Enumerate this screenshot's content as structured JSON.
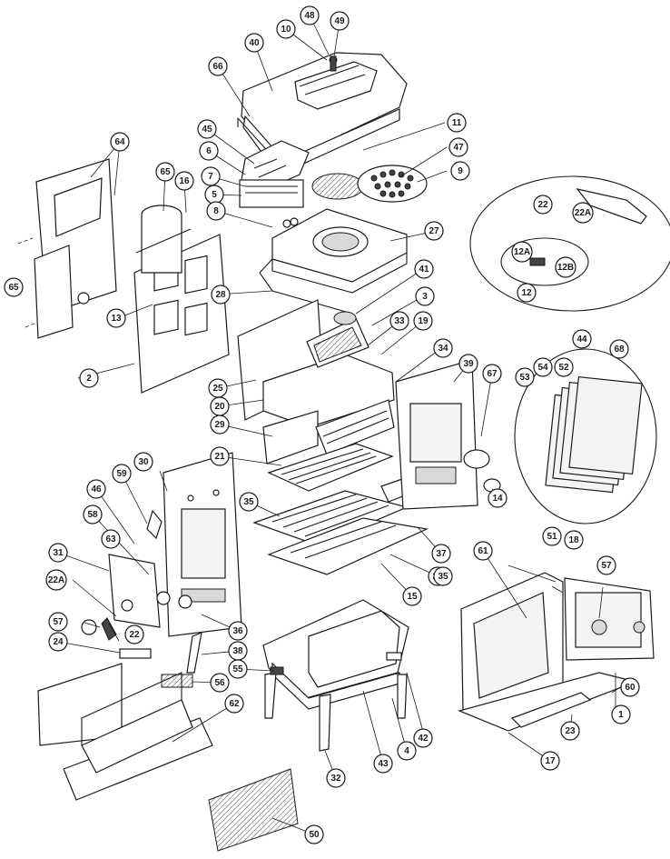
{
  "diagram": {
    "callouts": [
      {
        "id": "c48",
        "label": "48"
      },
      {
        "id": "c10",
        "label": "10"
      },
      {
        "id": "c49",
        "label": "49"
      },
      {
        "id": "c40",
        "label": "40"
      },
      {
        "id": "c66",
        "label": "66"
      },
      {
        "id": "c64",
        "label": "64"
      },
      {
        "id": "c45",
        "label": "45"
      },
      {
        "id": "c11",
        "label": "11"
      },
      {
        "id": "c6",
        "label": "6"
      },
      {
        "id": "c47",
        "label": "47"
      },
      {
        "id": "c65a",
        "label": "65"
      },
      {
        "id": "c16",
        "label": "16"
      },
      {
        "id": "c7",
        "label": "7"
      },
      {
        "id": "c9",
        "label": "9"
      },
      {
        "id": "c5",
        "label": "5"
      },
      {
        "id": "c22a",
        "label": "22"
      },
      {
        "id": "c22Aa",
        "label": "22A"
      },
      {
        "id": "c8",
        "label": "8"
      },
      {
        "id": "c27",
        "label": "27"
      },
      {
        "id": "c12A",
        "label": "12A"
      },
      {
        "id": "c12B",
        "label": "12B"
      },
      {
        "id": "c65b",
        "label": "65"
      },
      {
        "id": "c41",
        "label": "41"
      },
      {
        "id": "c12",
        "label": "12"
      },
      {
        "id": "c28",
        "label": "28"
      },
      {
        "id": "c3",
        "label": "3"
      },
      {
        "id": "c33",
        "label": "33"
      },
      {
        "id": "c19",
        "label": "19"
      },
      {
        "id": "c13",
        "label": "13"
      },
      {
        "id": "c34",
        "label": "34"
      },
      {
        "id": "c44",
        "label": "44"
      },
      {
        "id": "c68",
        "label": "68"
      },
      {
        "id": "c2",
        "label": "2"
      },
      {
        "id": "c39",
        "label": "39"
      },
      {
        "id": "c54",
        "label": "54"
      },
      {
        "id": "c52",
        "label": "52"
      },
      {
        "id": "c25",
        "label": "25"
      },
      {
        "id": "c67",
        "label": "67"
      },
      {
        "id": "c53",
        "label": "53"
      },
      {
        "id": "c20",
        "label": "20"
      },
      {
        "id": "c29",
        "label": "29"
      },
      {
        "id": "c21",
        "label": "21"
      },
      {
        "id": "c30",
        "label": "30"
      },
      {
        "id": "c59",
        "label": "59"
      },
      {
        "id": "c14",
        "label": "14"
      },
      {
        "id": "c46",
        "label": "46"
      },
      {
        "id": "c35a",
        "label": "35"
      },
      {
        "id": "c58",
        "label": "58"
      },
      {
        "id": "c37",
        "label": "37"
      },
      {
        "id": "c61",
        "label": "61"
      },
      {
        "id": "c51",
        "label": "51"
      },
      {
        "id": "c18",
        "label": "18"
      },
      {
        "id": "c63",
        "label": "63"
      },
      {
        "id": "c26",
        "label": "26"
      },
      {
        "id": "c35b",
        "label": "35"
      },
      {
        "id": "c31",
        "label": "31"
      },
      {
        "id": "c22Ab",
        "label": "22A"
      },
      {
        "id": "c15",
        "label": "15"
      },
      {
        "id": "c57a",
        "label": "57"
      },
      {
        "id": "c57b",
        "label": "57"
      },
      {
        "id": "c22b",
        "label": "22"
      },
      {
        "id": "c36",
        "label": "36"
      },
      {
        "id": "c24",
        "label": "24"
      },
      {
        "id": "c38",
        "label": "38"
      },
      {
        "id": "c55",
        "label": "55"
      },
      {
        "id": "c60",
        "label": "60"
      },
      {
        "id": "c1",
        "label": "1"
      },
      {
        "id": "c56",
        "label": "56"
      },
      {
        "id": "c23",
        "label": "23"
      },
      {
        "id": "c62",
        "label": "62"
      },
      {
        "id": "c4",
        "label": "4"
      },
      {
        "id": "c42",
        "label": "42"
      },
      {
        "id": "c43",
        "label": "43"
      },
      {
        "id": "c17",
        "label": "17"
      },
      {
        "id": "c32",
        "label": "32"
      },
      {
        "id": "c50",
        "label": "50"
      }
    ]
  }
}
